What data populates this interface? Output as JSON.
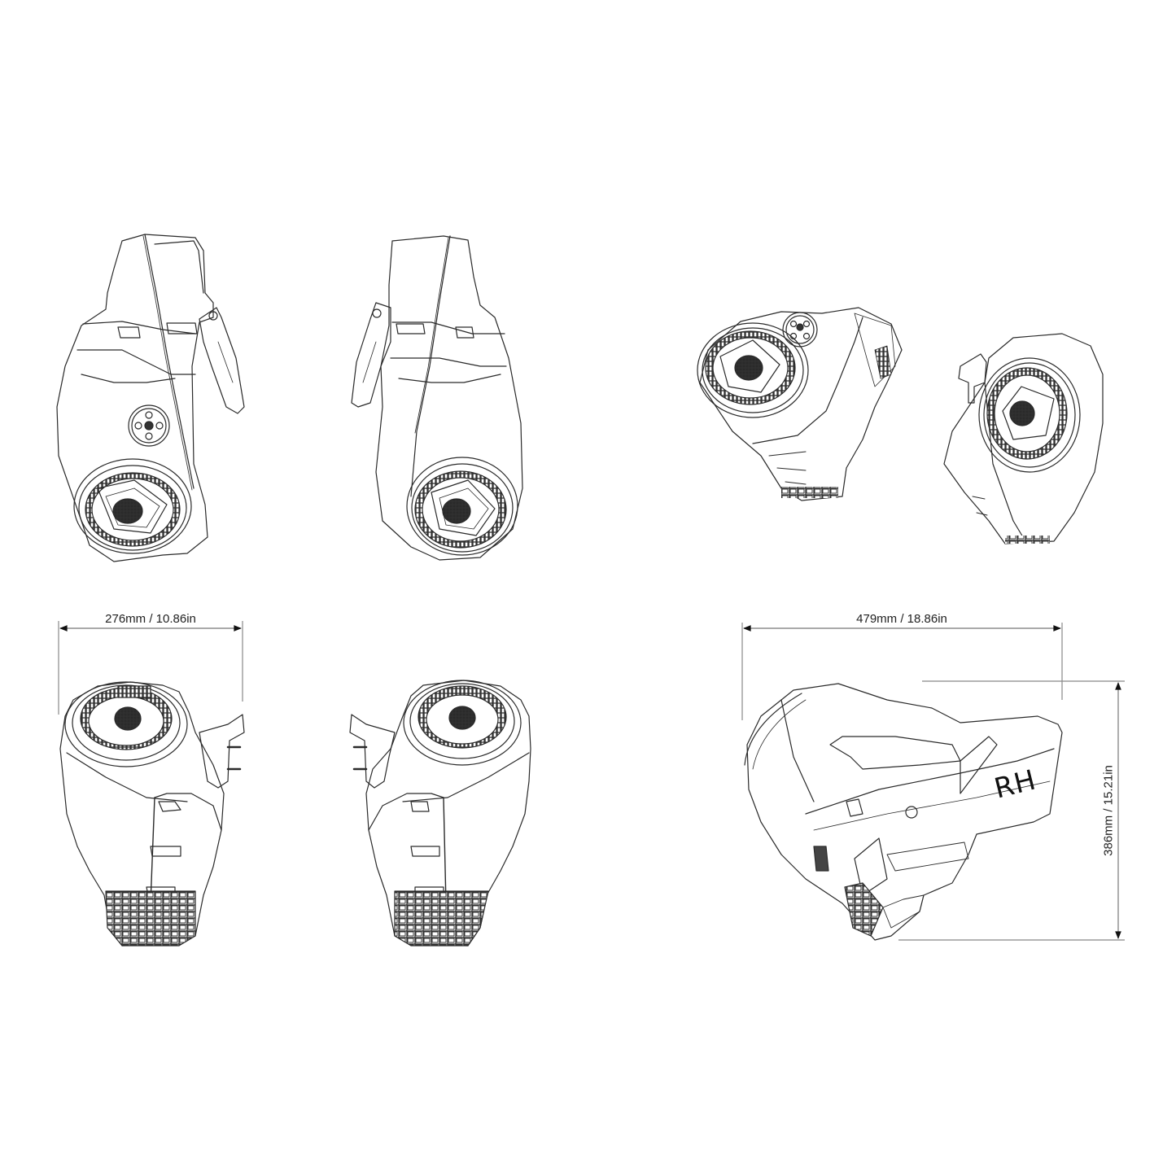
{
  "figure": {
    "type": "technical line drawing",
    "subject": "speaker pod enclosures, multiple views",
    "stroke_color": "#2a2a2a",
    "background": "#ffffff"
  },
  "views": [
    {
      "id": "view-top-left",
      "label": "front view left-hand pod with control knob"
    },
    {
      "id": "view-top-middle",
      "label": "front view right-hand pod"
    },
    {
      "id": "view-top-right-a",
      "label": "isometric view pod with control knob"
    },
    {
      "id": "view-top-right-b",
      "label": "isometric view pod"
    },
    {
      "id": "view-bottom-left",
      "label": "top view pod with mount clamp"
    },
    {
      "id": "view-bottom-middle",
      "label": "top view mirrored pod with mount clamp"
    },
    {
      "id": "view-bottom-right",
      "label": "side view right-hand pod"
    }
  ],
  "dimensions": {
    "width_small": {
      "text": "276mm / 10.86in",
      "mm": 276,
      "in": 10.86
    },
    "length": {
      "text": "479mm / 18.86in",
      "mm": 479,
      "in": 18.86
    },
    "height": {
      "text": "386mm / 15.21in",
      "mm": 386,
      "in": 15.21
    }
  },
  "markings": {
    "side": "RH"
  }
}
